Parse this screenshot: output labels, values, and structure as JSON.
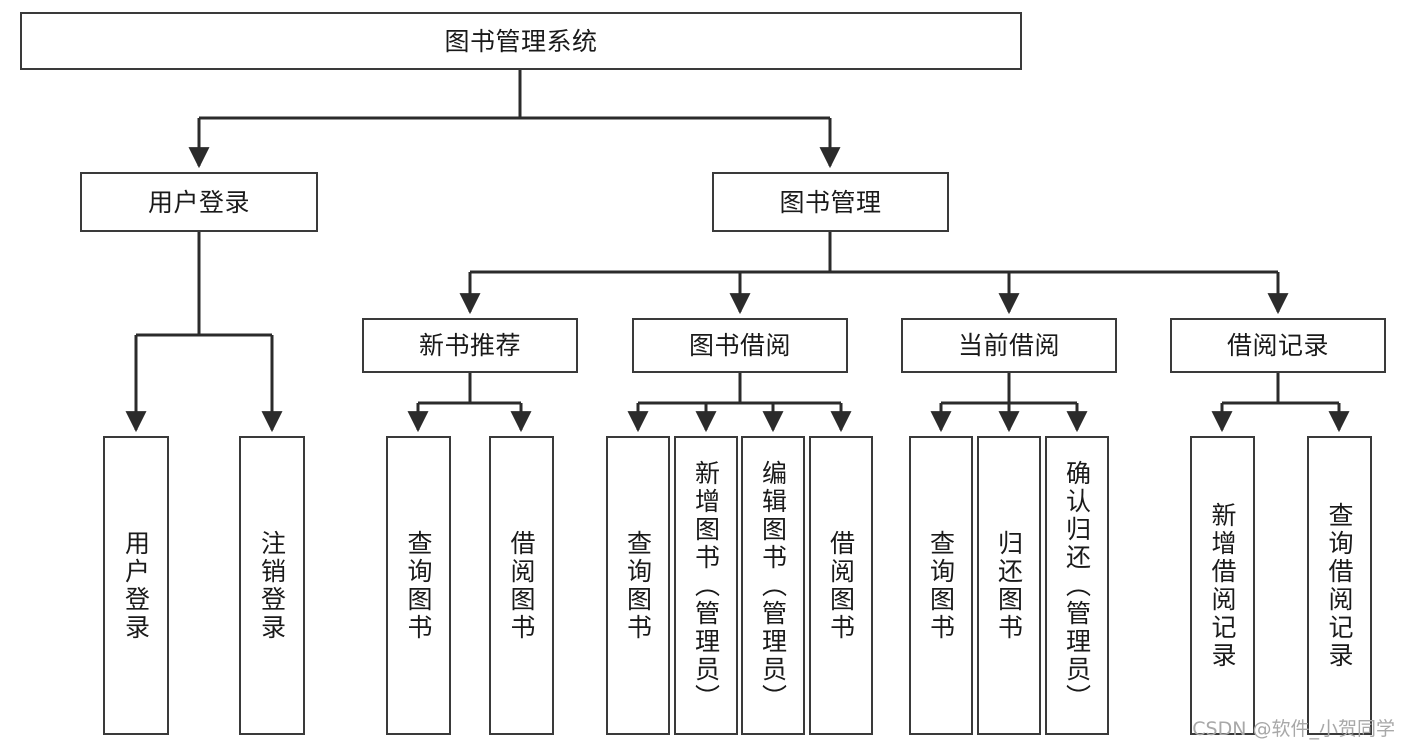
{
  "diagram": {
    "type": "tree-hierarchy-flowchart",
    "title": "图书管理系统",
    "watermark": "CSDN @软件_小贺同学",
    "colors": {
      "box_border": "#3a3a3a",
      "box_fill": "#ffffff",
      "edge": "#2b2b2b",
      "text": "#1a1a1a",
      "watermark": "#a8a8a8",
      "background": "#ffffff"
    },
    "levels": [
      {
        "level": 1,
        "nodes": [
          {
            "id": "root",
            "label": "图书管理系统",
            "orientation": "horizontal"
          }
        ]
      },
      {
        "level": 2,
        "nodes": [
          {
            "id": "user-login",
            "label": "用户登录",
            "orientation": "horizontal",
            "parent": "root"
          },
          {
            "id": "book-management",
            "label": "图书管理",
            "orientation": "horizontal",
            "parent": "root"
          }
        ]
      },
      {
        "level": 3,
        "nodes": [
          {
            "id": "new-book-recommend",
            "label": "新书推荐",
            "orientation": "horizontal",
            "parent": "book-management"
          },
          {
            "id": "book-borrow",
            "label": "图书借阅",
            "orientation": "horizontal",
            "parent": "book-management"
          },
          {
            "id": "current-borrow",
            "label": "当前借阅",
            "orientation": "horizontal",
            "parent": "book-management"
          },
          {
            "id": "borrow-record",
            "label": "借阅记录",
            "orientation": "horizontal",
            "parent": "book-management"
          }
        ]
      },
      {
        "level": 4,
        "nodes": [
          {
            "id": "leaf-user-login",
            "label": "用户登录",
            "orientation": "vertical",
            "parent": "user-login"
          },
          {
            "id": "leaf-logout",
            "label": "注销登录",
            "orientation": "vertical",
            "parent": "user-login"
          },
          {
            "id": "leaf-query-book-1",
            "label": "查询图书",
            "orientation": "vertical",
            "parent": "new-book-recommend"
          },
          {
            "id": "leaf-borrow-book-1",
            "label": "借阅图书",
            "orientation": "vertical",
            "parent": "new-book-recommend"
          },
          {
            "id": "leaf-query-book-2",
            "label": "查询图书",
            "orientation": "vertical",
            "parent": "book-borrow"
          },
          {
            "id": "leaf-add-book",
            "label": "新增图书（管理员）",
            "orientation": "vertical",
            "parent": "book-borrow"
          },
          {
            "id": "leaf-edit-book",
            "label": "编辑图书（管理员）",
            "orientation": "vertical",
            "parent": "book-borrow"
          },
          {
            "id": "leaf-borrow-book-2",
            "label": "借阅图书",
            "orientation": "vertical",
            "parent": "book-borrow"
          },
          {
            "id": "leaf-query-book-3",
            "label": "查询图书",
            "orientation": "vertical",
            "parent": "current-borrow"
          },
          {
            "id": "leaf-return-book",
            "label": "归还图书",
            "orientation": "vertical",
            "parent": "current-borrow"
          },
          {
            "id": "leaf-confirm-return",
            "label": "确认归还（管理员）",
            "orientation": "vertical",
            "parent": "current-borrow"
          },
          {
            "id": "leaf-add-record",
            "label": "新增借阅记录",
            "orientation": "vertical",
            "parent": "borrow-record"
          },
          {
            "id": "leaf-query-record",
            "label": "查询借阅记录",
            "orientation": "vertical",
            "parent": "borrow-record"
          }
        ]
      }
    ]
  }
}
